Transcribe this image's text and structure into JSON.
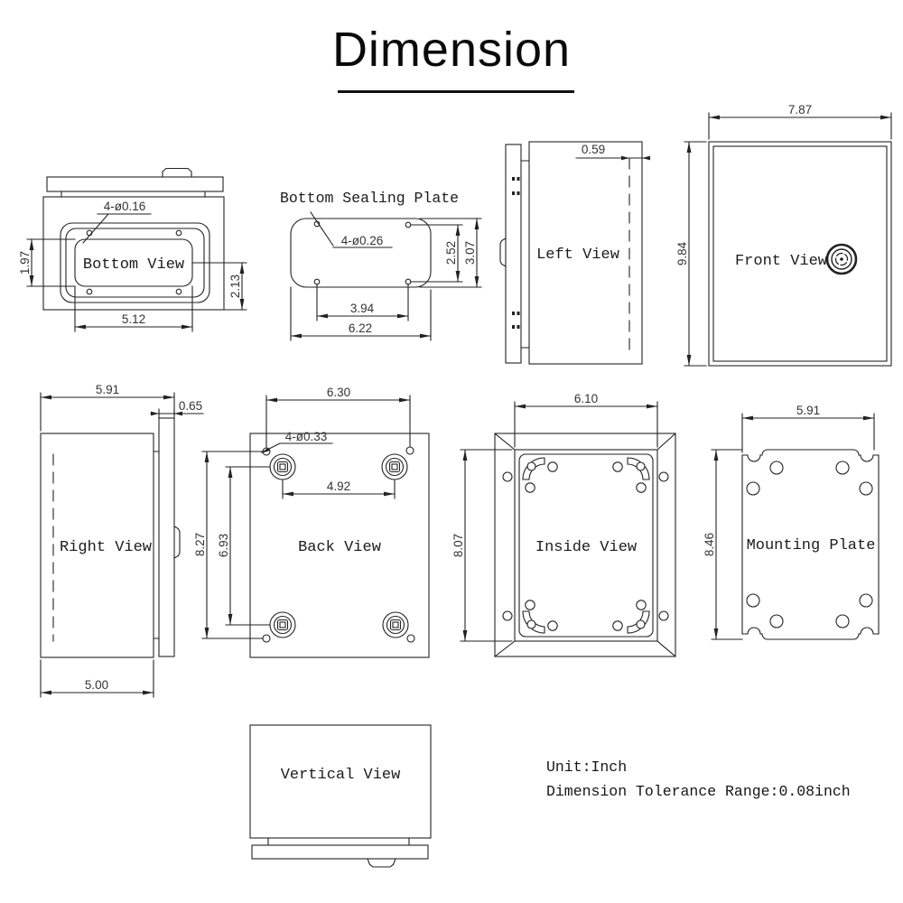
{
  "title": "Dimension",
  "notes": {
    "unit": "Unit:Inch",
    "tolerance": "Dimension Tolerance Range:0.08inch"
  },
  "line_color": "#222222",
  "views": {
    "bottom": {
      "label": "Bottom View",
      "hole_note": "4-ø0.16",
      "dims": {
        "cutout_height": "1.97",
        "right_height": "2.13",
        "cutout_width": "5.12"
      }
    },
    "sealing_plate": {
      "label": "Bottom Sealing Plate",
      "hole_note": "4-ø0.26",
      "dims": {
        "hole_spacing_v": "2.52",
        "plate_height": "3.07",
        "hole_spacing_h": "3.94",
        "plate_width": "6.22"
      }
    },
    "left": {
      "label": "Left View",
      "dims": {
        "wall_offset": "0.59"
      }
    },
    "front": {
      "label": "Front View",
      "dims": {
        "width": "7.87",
        "height": "9.84"
      }
    },
    "right": {
      "label": "Right View",
      "dims": {
        "overall_depth": "5.91",
        "door_depth": "0.65",
        "body_depth": "5.00"
      }
    },
    "back": {
      "label": "Back View",
      "hole_note": "4-ø0.33",
      "dims": {
        "hole_spacing_h": "6.30",
        "boss_spacing_h": "4.92",
        "boss_spacing_v": "6.93",
        "hole_spacing_v": "8.27"
      }
    },
    "inside": {
      "label": "Inside View",
      "dims": {
        "width": "6.10",
        "height": "8.07"
      }
    },
    "mounting_plate": {
      "label": "Mounting Plate",
      "dims": {
        "width": "5.91",
        "height": "8.46"
      }
    },
    "vertical": {
      "label": "Vertical View"
    }
  }
}
